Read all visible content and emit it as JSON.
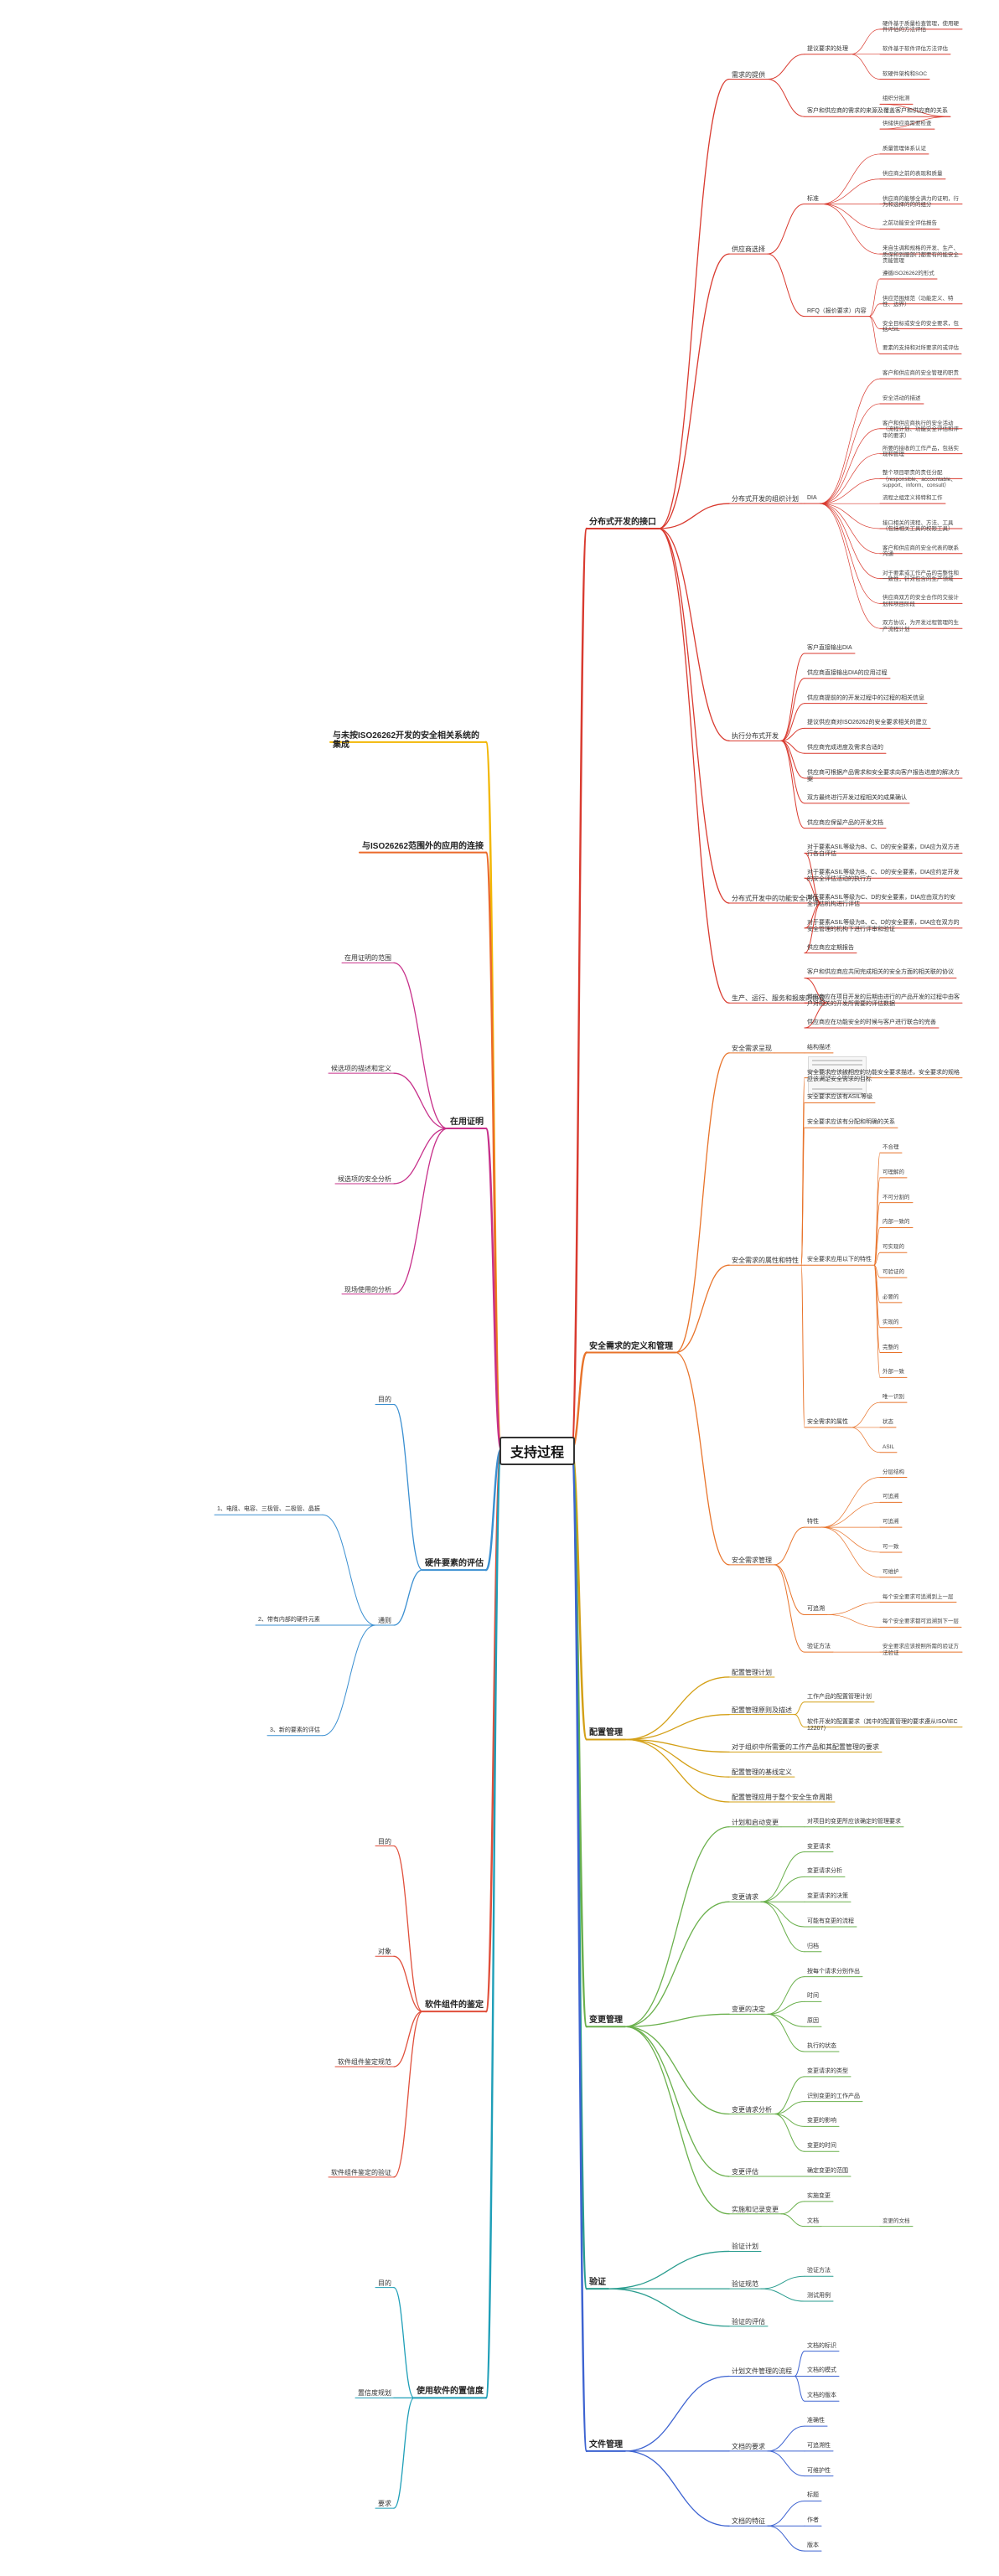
{
  "center": "支持过程",
  "colors": {
    "b1": "#d93a2f",
    "b2": "#e8732a",
    "b3": "#d4a017",
    "b4": "#6ab04c",
    "b5": "#2a9d8f",
    "b6": "#3d63d1",
    "b7": "#7b3fb5",
    "b8": "#c43779",
    "l1": "#f2b705",
    "l2": "#eb6a2b",
    "l3": "#c7308a",
    "l4": "#3a8fd1",
    "l5": "#e04f3b",
    "l6": "#1f9fb8",
    "l7": "#7e44c0"
  },
  "branches": [
    {
      "label": "分布式开发的接口",
      "children": [
        {
          "label": "需求的提供",
          "children": [
            {
              "label": "提议要求的处理",
              "children": [
                {
                  "label": "硬件基于质量检查管理，使用硬件评估的方法评估"
                },
                {
                  "label": "软件基于软件评估方法评估"
                },
                {
                  "label": "软硬件架构和SOC"
                }
              ]
            },
            {
              "label": "客户和供应商的需求的来源及覆盖客户和供应商的关系",
              "children": [
                {
                  "label": "组织分批测"
                },
                {
                  "label": "供储供应商需要检查"
                }
              ]
            }
          ]
        },
        {
          "label": "供应商选择",
          "children": [
            {
              "label": "标准",
              "children": [
                {
                  "label": "质量管理体系认证"
                },
                {
                  "label": "供应商之前的表现和质量"
                },
                {
                  "label": "供应商的能够全满力的证明，行为和选择的的的组分"
                },
                {
                  "label": "之前功能安全评估报告"
                },
                {
                  "label": "来自生调和规格的开发、生产、质保和到服部门都要有的能安全责能管理"
                }
              ]
            },
            {
              "label": "RFQ（报价要求）内容",
              "children": [
                {
                  "label": "遵循ISO26262的形式"
                },
                {
                  "label": "供应范围规范（功能定义、特性、边界）"
                },
                {
                  "label": "安全目标或安全的安全要求，包括ASIL"
                },
                {
                  "label": "要素的支持和对所要求的或评估"
                }
              ]
            }
          ]
        },
        {
          "label": "分布式开发的组织计划",
          "children": [
            {
              "label": "DIA",
              "children": [
                {
                  "label": "客户和供应商的安全管理的职责"
                },
                {
                  "label": "安全活动的描述"
                },
                {
                  "label": "客户和供应商执行的安全活动（流程计划、功能安全评估和评审的要求）"
                },
                {
                  "label": "所要的接收的工作产品，包括实现和管理"
                },
                {
                  "label": "整个项目职责的责任分配（responsible、accountable、support、inform、consult）"
                },
                {
                  "label": "流程之组定义将特和工作"
                },
                {
                  "label": "接口相关的流程、方法、工具（包括相关工具的权限工具）"
                },
                {
                  "label": "客户和供应商的安全代表的联系沟通"
                },
                {
                  "label": "对于要素或工作产品的完整性和一致性，针对包含的生产领域"
                },
                {
                  "label": "供应商双方的安全合作的交接计划和项目阶段"
                },
                {
                  "label": "双方协议，为开发过程管理的生产流程计划"
                }
              ]
            }
          ]
        },
        {
          "label": "执行分布式开发",
          "children": [
            {
              "label": "客户直接输出DIA"
            },
            {
              "label": "供应商直接输出DIA的应用过程"
            },
            {
              "label": "供应商提前的的开发过程中的过程的相关信息"
            },
            {
              "label": "提议供应商对ISO26262的安全要求相关的建立"
            },
            {
              "label": "供应商完成进度及需求合适的"
            },
            {
              "label": "供应商可根据产品需求和安全要求向客户报告进度的解决方案"
            },
            {
              "label": "双方最终进行开发过程相关的成果确认"
            },
            {
              "label": "供应商应保留产品的开发文档"
            }
          ]
        },
        {
          "label": "分布式开发中的功能安全评估",
          "children": [
            {
              "label": "对于要素ASIL等级为B、C、D的安全要素，DIA应为双方进行各自评估"
            },
            {
              "label": "对于要素ASIL等级为B、C、D的安全要素，DIA应约定开发的安全评估活动的执行方"
            },
            {
              "label": "对于要素ASIL等级为C、D的安全要素，DIA应由双方的安全评估机构进行评估"
            },
            {
              "label": "对于要素ASIL等级为B、C、D的安全要素，DIA应在双方的安全管理的机构下进行评审和验证"
            },
            {
              "label": "供应商应定期报告"
            }
          ]
        },
        {
          "label": "生产、运行、服务和报废的协议",
          "children": [
            {
              "label": "客户和供应商应共同完成相关的安全方面的相关联的协议"
            },
            {
              "label": "供应商应在项目开发的后期由进行的产品开发的过程中由客户对相关的开发所需要的评估数据"
            },
            {
              "label": "供应商应在功能安全的时候与客户进行联合的完善"
            }
          ]
        }
      ]
    },
    {
      "label": "安全需求的定义和管理",
      "children": [
        {
          "label": "安全需求呈现",
          "children": [
            {
              "label": "结构描述",
              "image": true
            }
          ]
        },
        {
          "label": "安全需求的属性和特性",
          "children": [
            {
              "label": "安全要求应该被相应的功能安全要求描述，安全要求的规格应该满足安全需求的目标"
            },
            {
              "label": "安全要求应该有ASIL等级"
            },
            {
              "label": "安全要求应该有分配和明确的关系"
            },
            {
              "label": "安全要求应用以下的特性",
              "children": [
                {
                  "label": "不合理"
                },
                {
                  "label": "可理解的"
                },
                {
                  "label": "不可分割的"
                },
                {
                  "label": "内部一致的"
                },
                {
                  "label": "可实现的"
                },
                {
                  "label": "可验证的"
                },
                {
                  "label": "必要的"
                },
                {
                  "label": "实现的"
                },
                {
                  "label": "完整的"
                },
                {
                  "label": "外部一致"
                }
              ]
            },
            {
              "label": "安全需求的属性",
              "children": [
                {
                  "label": "唯一识别"
                },
                {
                  "label": "状态"
                },
                {
                  "label": "ASIL"
                }
              ]
            }
          ]
        },
        {
          "label": "安全需求管理",
          "children": [
            {
              "label": "特性",
              "children": [
                {
                  "label": "分层结构"
                },
                {
                  "label": "可追溯"
                },
                {
                  "label": "可追溯"
                },
                {
                  "label": "可一致"
                },
                {
                  "label": "可维护"
                }
              ]
            },
            {
              "label": "可追溯",
              "children": [
                {
                  "label": "每个安全要求可追溯到上一层"
                },
                {
                  "label": "每个安全要求都可追溯到下一层"
                }
              ]
            },
            {
              "label": "验证方法",
              "children": [
                {
                  "label": "安全要求应该按照所需的验证方法验证"
                }
              ]
            }
          ]
        }
      ]
    },
    {
      "label": "配置管理",
      "children": [
        {
          "label": "配置管理计划"
        },
        {
          "label": "配置管理原则及描述",
          "children": [
            {
              "label": "工作产品的配置管理计划"
            },
            {
              "label": "软件开发的配置要求（其中的配置管理的要求遵从ISO/IEC 12207）"
            }
          ]
        },
        {
          "label": "对于组织中所需要的工作产品和其配置管理的要求"
        },
        {
          "label": "配置管理的基线定义"
        },
        {
          "label": "配置管理应用于整个安全生命周期"
        }
      ]
    },
    {
      "label": "变更管理",
      "children": [
        {
          "label": "计划和启动变更",
          "children": [
            {
              "label": "对项目的变更所应该确定的管理要求"
            }
          ]
        },
        {
          "label": "变更请求",
          "children": [
            {
              "label": "变更请求"
            },
            {
              "label": "变更请求分析"
            },
            {
              "label": "变更请求的决策"
            },
            {
              "label": "可能有变更的流程"
            },
            {
              "label": "归档"
            }
          ]
        },
        {
          "label": "变更的决定",
          "children": [
            {
              "label": "按每个请求分别作出"
            },
            {
              "label": "时间"
            },
            {
              "label": "原因"
            },
            {
              "label": "执行的状态"
            }
          ]
        },
        {
          "label": "变更请求分析",
          "children": [
            {
              "label": "变更请求的类型"
            },
            {
              "label": "识别变更的工作产品"
            },
            {
              "label": "变更的影响"
            },
            {
              "label": "变更的时间"
            }
          ]
        },
        {
          "label": "变更评估",
          "children": [
            {
              "label": "确定变更的范围"
            }
          ]
        },
        {
          "label": "实施和记录变更",
          "children": [
            {
              "label": "实施变更"
            },
            {
              "label": "文档",
              "children": [
                {
                  "label": "变更的文档"
                }
              ]
            }
          ]
        }
      ]
    },
    {
      "label": "验证",
      "children": [
        {
          "label": "验证计划"
        },
        {
          "label": "验证规范",
          "children": [
            {
              "label": "验证方法"
            },
            {
              "label": "测试用例"
            }
          ]
        },
        {
          "label": "验证的评估"
        }
      ]
    },
    {
      "label": "文件管理",
      "children": [
        {
          "label": "计划文件管理的流程",
          "children": [
            {
              "label": "文档的标识"
            },
            {
              "label": "文档的模式"
            },
            {
              "label": "文档的版本"
            }
          ]
        },
        {
          "label": "文档的要求",
          "children": [
            {
              "label": "准确性"
            },
            {
              "label": "可追溯性"
            },
            {
              "label": "可维护性"
            }
          ]
        },
        {
          "label": "文档的特征",
          "children": [
            {
              "label": "标题"
            },
            {
              "label": "作者"
            },
            {
              "label": "版本"
            }
          ]
        }
      ]
    }
  ],
  "left_branches": [
    {
      "label": "与未按ISO26262开发的安全相关系统的集成"
    },
    {
      "label": "与ISO26262范围外的应用的连接"
    },
    {
      "label": "在用证明",
      "children": [
        {
          "label": "在用证明的范围"
        },
        {
          "label": "候选项的描述和定义"
        },
        {
          "label": "候选项的安全分析"
        },
        {
          "label": "现场使用的分析"
        }
      ]
    },
    {
      "label": "硬件要素的评估",
      "children": [
        {
          "label": "目的"
        },
        {
          "label": "通则",
          "children": [
            {
              "label": "1、电阻、电容、三极管、二极管、晶振"
            },
            {
              "label": "2、带有内部的硬件元素"
            },
            {
              "label": "3、新的要素的评估"
            }
          ]
        }
      ]
    },
    {
      "label": "软件组件的鉴定",
      "children": [
        {
          "label": "目的"
        },
        {
          "label": "对象"
        },
        {
          "label": "软件组件鉴定规范"
        },
        {
          "label": "软件组件鉴定的验证"
        }
      ]
    },
    {
      "label": "使用软件的置信度",
      "children": [
        {
          "label": "目的"
        },
        {
          "label": "置信度规划"
        },
        {
          "label": "要求"
        }
      ]
    }
  ]
}
